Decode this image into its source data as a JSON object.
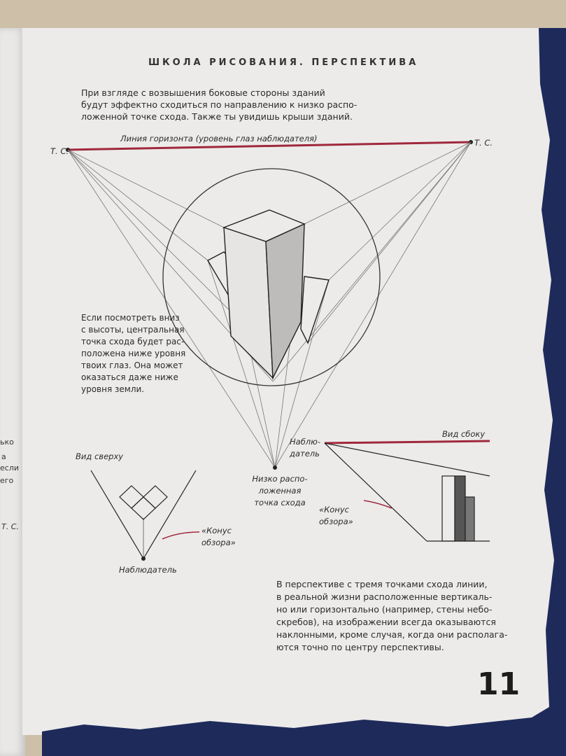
{
  "header": "ШКОЛА РИСОВАНИЯ. ПЕРСПЕКТИВА",
  "intro": [
    "При взгляде с возвышения боковые стороны зданий",
    "будут эффектно сходиться по направлению к низко распо-",
    "ложенной точке схода. Также ты увидишь крыши зданий."
  ],
  "horizon_label": "Линия горизонта (уровень глаз наблюдателя)",
  "vp_left": "Т. С.",
  "vp_right": "Т. С.",
  "side_note": [
    "Если посмотреть вниз",
    "с высоты, центральная",
    "точка схода будет рас-",
    "положена ниже уровня",
    "твоих глаз. Она может",
    "оказаться даже ниже",
    "уровня земли."
  ],
  "low_vp": [
    "Низко распо-",
    "ложенная",
    "точка схода"
  ],
  "top_view": "Вид сверху",
  "cone_left": [
    "«Конус",
    "обзора»"
  ],
  "observer_bottom": "Наблюдатель",
  "side_view": "Вид сбоку",
  "observer_side": [
    "Наблю-",
    "датель"
  ],
  "cone_right": [
    "«Конус",
    "обзора»"
  ],
  "bottom_text": [
    "В перспективе с тремя точками схода линии,",
    "в реальной жизни расположенные вертикаль-",
    "но или горизонтально (например, стены небо-",
    "скребов), на изображении всегда оказываются",
    "наклонными, кроме случая, когда они располага-",
    "ются точно по центру перспективы."
  ],
  "page_number": "11",
  "left_page_fragments": [
    "ько",
    "а",
    "если",
    "его",
    "Т. С."
  ],
  "colors": {
    "border_blue": "#1e2a5a",
    "horizon_red": "#a0283c"
  }
}
